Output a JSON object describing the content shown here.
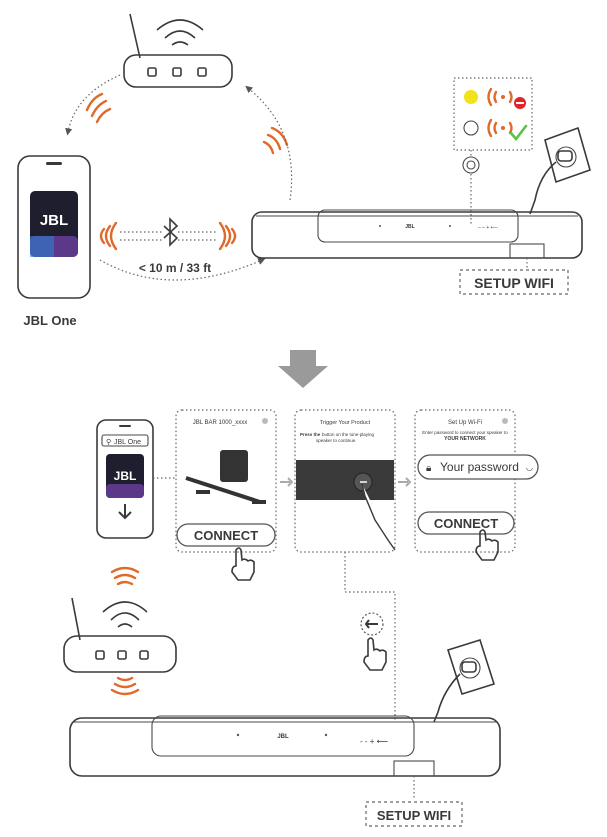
{
  "top": {
    "app_label": "JBL One",
    "phone_logo": "JBL",
    "distance": "< 10 m / 33 ft",
    "setup_wifi": "SETUP WIFI",
    "bar_logo": "JBL"
  },
  "steps": {
    "phone": {
      "search_text": "JBL One",
      "logo": "JBL"
    },
    "step1": {
      "title": "JBL BAR 1000_xxxx",
      "connect": "CONNECT"
    },
    "step2": {
      "title": "Trigger Your Product",
      "instr1": "Press the",
      "instr1b": "button on the tone-playing",
      "instr2": "speaker to continue."
    },
    "step3": {
      "title": "Set Up Wi-Fi",
      "sub1": "Enter password to connect your speaker to",
      "sub2": "YOUR NETWORK",
      "password": "Your password",
      "connect": "CONNECT"
    }
  },
  "bottom": {
    "setup_wifi": "SETUP WIFI",
    "bar_logo": "JBL",
    "bar_controls": "- - + ⟵"
  },
  "colors": {
    "orange": "#e06a2a",
    "yellow": "#f2e21a",
    "green": "#5cc24a",
    "red": "#e0242a",
    "line": "#3a3a3a"
  },
  "icons": [
    "router-icon",
    "bluetooth-icon",
    "hand-pointer-icon",
    "lock-icon",
    "eye-icon",
    "download-arrow-icon",
    "power-plug-icon",
    "connect-arrow-icon"
  ]
}
